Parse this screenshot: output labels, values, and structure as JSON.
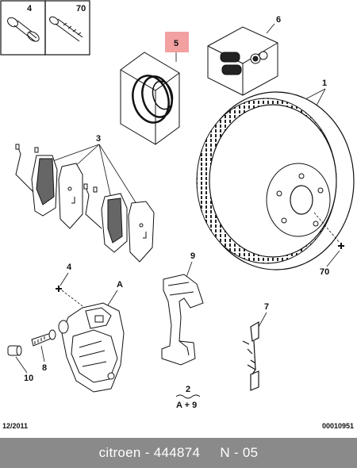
{
  "callouts": {
    "c4_top": "4",
    "c70_top": "70",
    "c5": "5",
    "c6": "6",
    "c1": "1",
    "c3": "3",
    "c4_mid": "4",
    "cA": "A",
    "c9": "9",
    "c70_mid": "70",
    "c7": "7",
    "c8": "8",
    "c10": "10",
    "c2": "2",
    "c2_sub": "A + 9"
  },
  "footer": {
    "date": "12/2011",
    "code": "00010951",
    "caption": "citroen - 444874     N - 05"
  },
  "colors": {
    "highlight_box": "#f2a0a0",
    "footer_bar": "#8a8a8a"
  }
}
